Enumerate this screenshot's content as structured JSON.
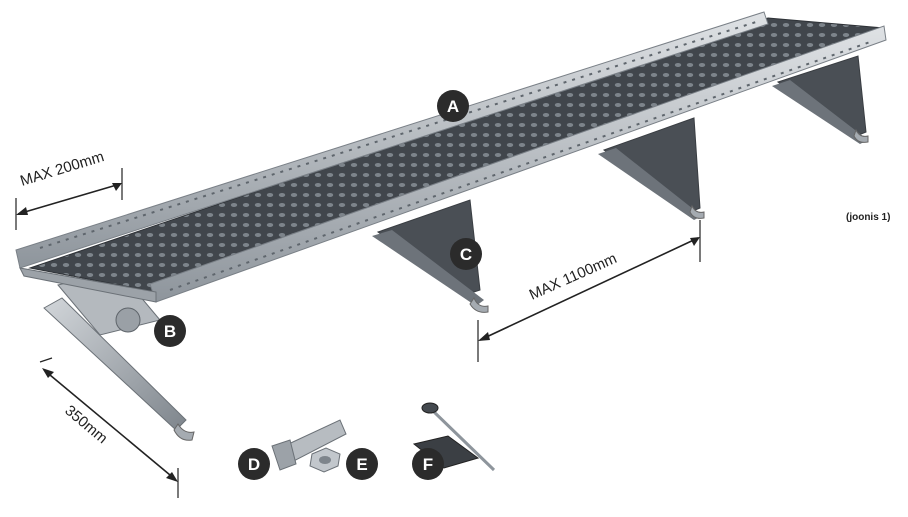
{
  "labels": {
    "a": "A",
    "b": "B",
    "c": "C",
    "d": "D",
    "e": "E",
    "f": "F"
  },
  "dimensions": {
    "width": "MAX 200mm",
    "span": "MAX 1100mm",
    "bracket": "350mm"
  },
  "figure_note": "(joonis 1)",
  "colors": {
    "metal_light": "#c9cdd1",
    "metal_mid": "#8f959b",
    "metal_dark": "#5e646a",
    "grate": "#3c4046",
    "badge": "#2b2b2b"
  }
}
